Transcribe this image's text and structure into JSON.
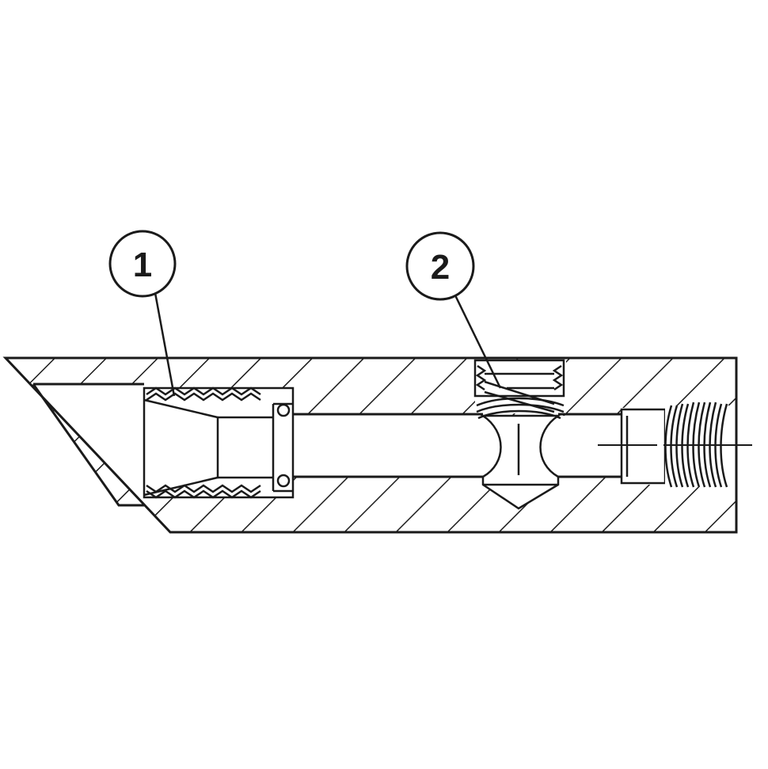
{
  "diagram": {
    "callouts": [
      {
        "id": "callout-1",
        "label": "1"
      },
      {
        "id": "callout-2",
        "label": "2"
      }
    ],
    "colors": {
      "line": "#1a1a1a",
      "background": "#ffffff"
    }
  }
}
